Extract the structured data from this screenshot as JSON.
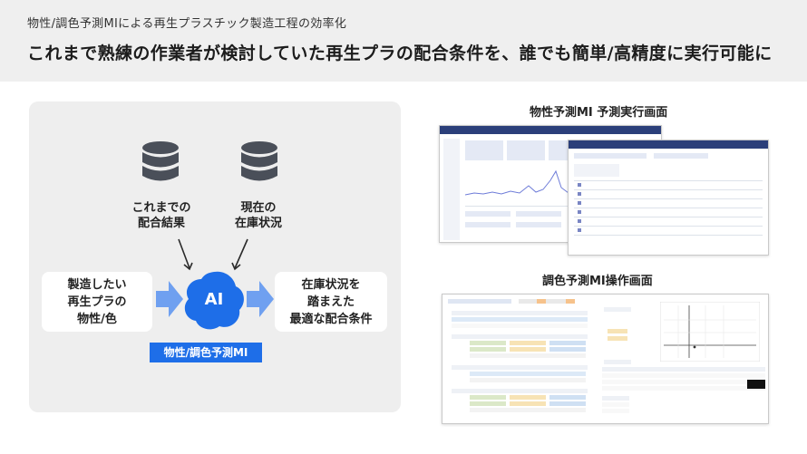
{
  "header": {
    "subtitle": "物性/調色予測MIによる再生プラスチック製造工程の効率化",
    "title": "これまで熟練の作業者が検討していた再生プラの配合条件を、誰でも簡単/高精度に実行可能に"
  },
  "diagram": {
    "db_left_label_line1": "これまでの",
    "db_left_label_line2": "配合結果",
    "db_right_label_line1": "現在の",
    "db_right_label_line2": "在庫状況",
    "input_line1": "製造したい",
    "input_line2": "再生プラの",
    "input_line3": "物性/色",
    "ai_label": "AI",
    "output_line1": "在庫状況を",
    "output_line2": "踏まえた",
    "output_line3": "最適な配合条件",
    "badge": "物性/調色予測MI",
    "accent": "#1e6ee8",
    "db_color": "#4a4f59",
    "arrow_color": "#6fa0f0"
  },
  "screens": {
    "top_title": "物性予測MI 予測実行画面",
    "bottom_title": "調色予測MI操作画面"
  }
}
